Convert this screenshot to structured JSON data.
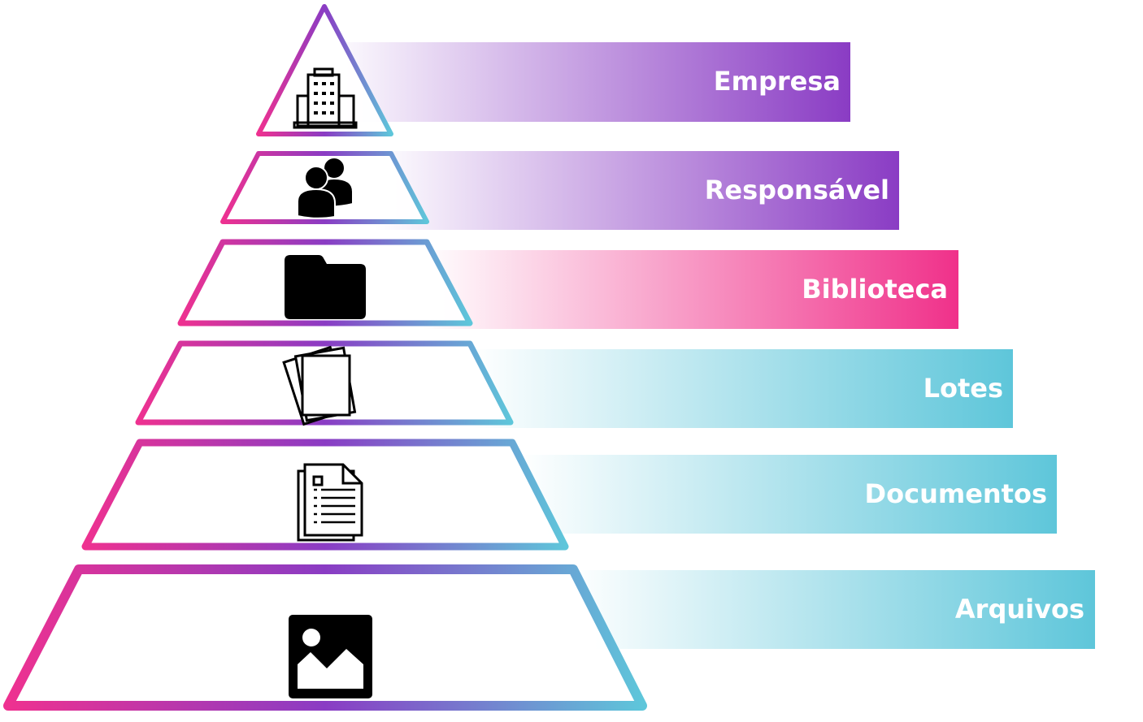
{
  "colors": {
    "pink": "#ee3190",
    "purple": "#8a3cc4",
    "cyan": "#5ec6da"
  },
  "levels": [
    {
      "label": "Empresa",
      "icon": "building-icon",
      "color": "#8a3cc4"
    },
    {
      "label": "Responsável",
      "icon": "users-icon",
      "color": "#8a3cc4"
    },
    {
      "label": "Biblioteca",
      "icon": "folder-icon",
      "color": "#f0318a"
    },
    {
      "label": "Lotes",
      "icon": "stacked-pages-icon",
      "color": "#5ec6da"
    },
    {
      "label": "Documentos",
      "icon": "document-icon",
      "color": "#5ec6da"
    },
    {
      "label": "Arquivos",
      "icon": "image-icon",
      "color": "#5ec6da"
    }
  ]
}
